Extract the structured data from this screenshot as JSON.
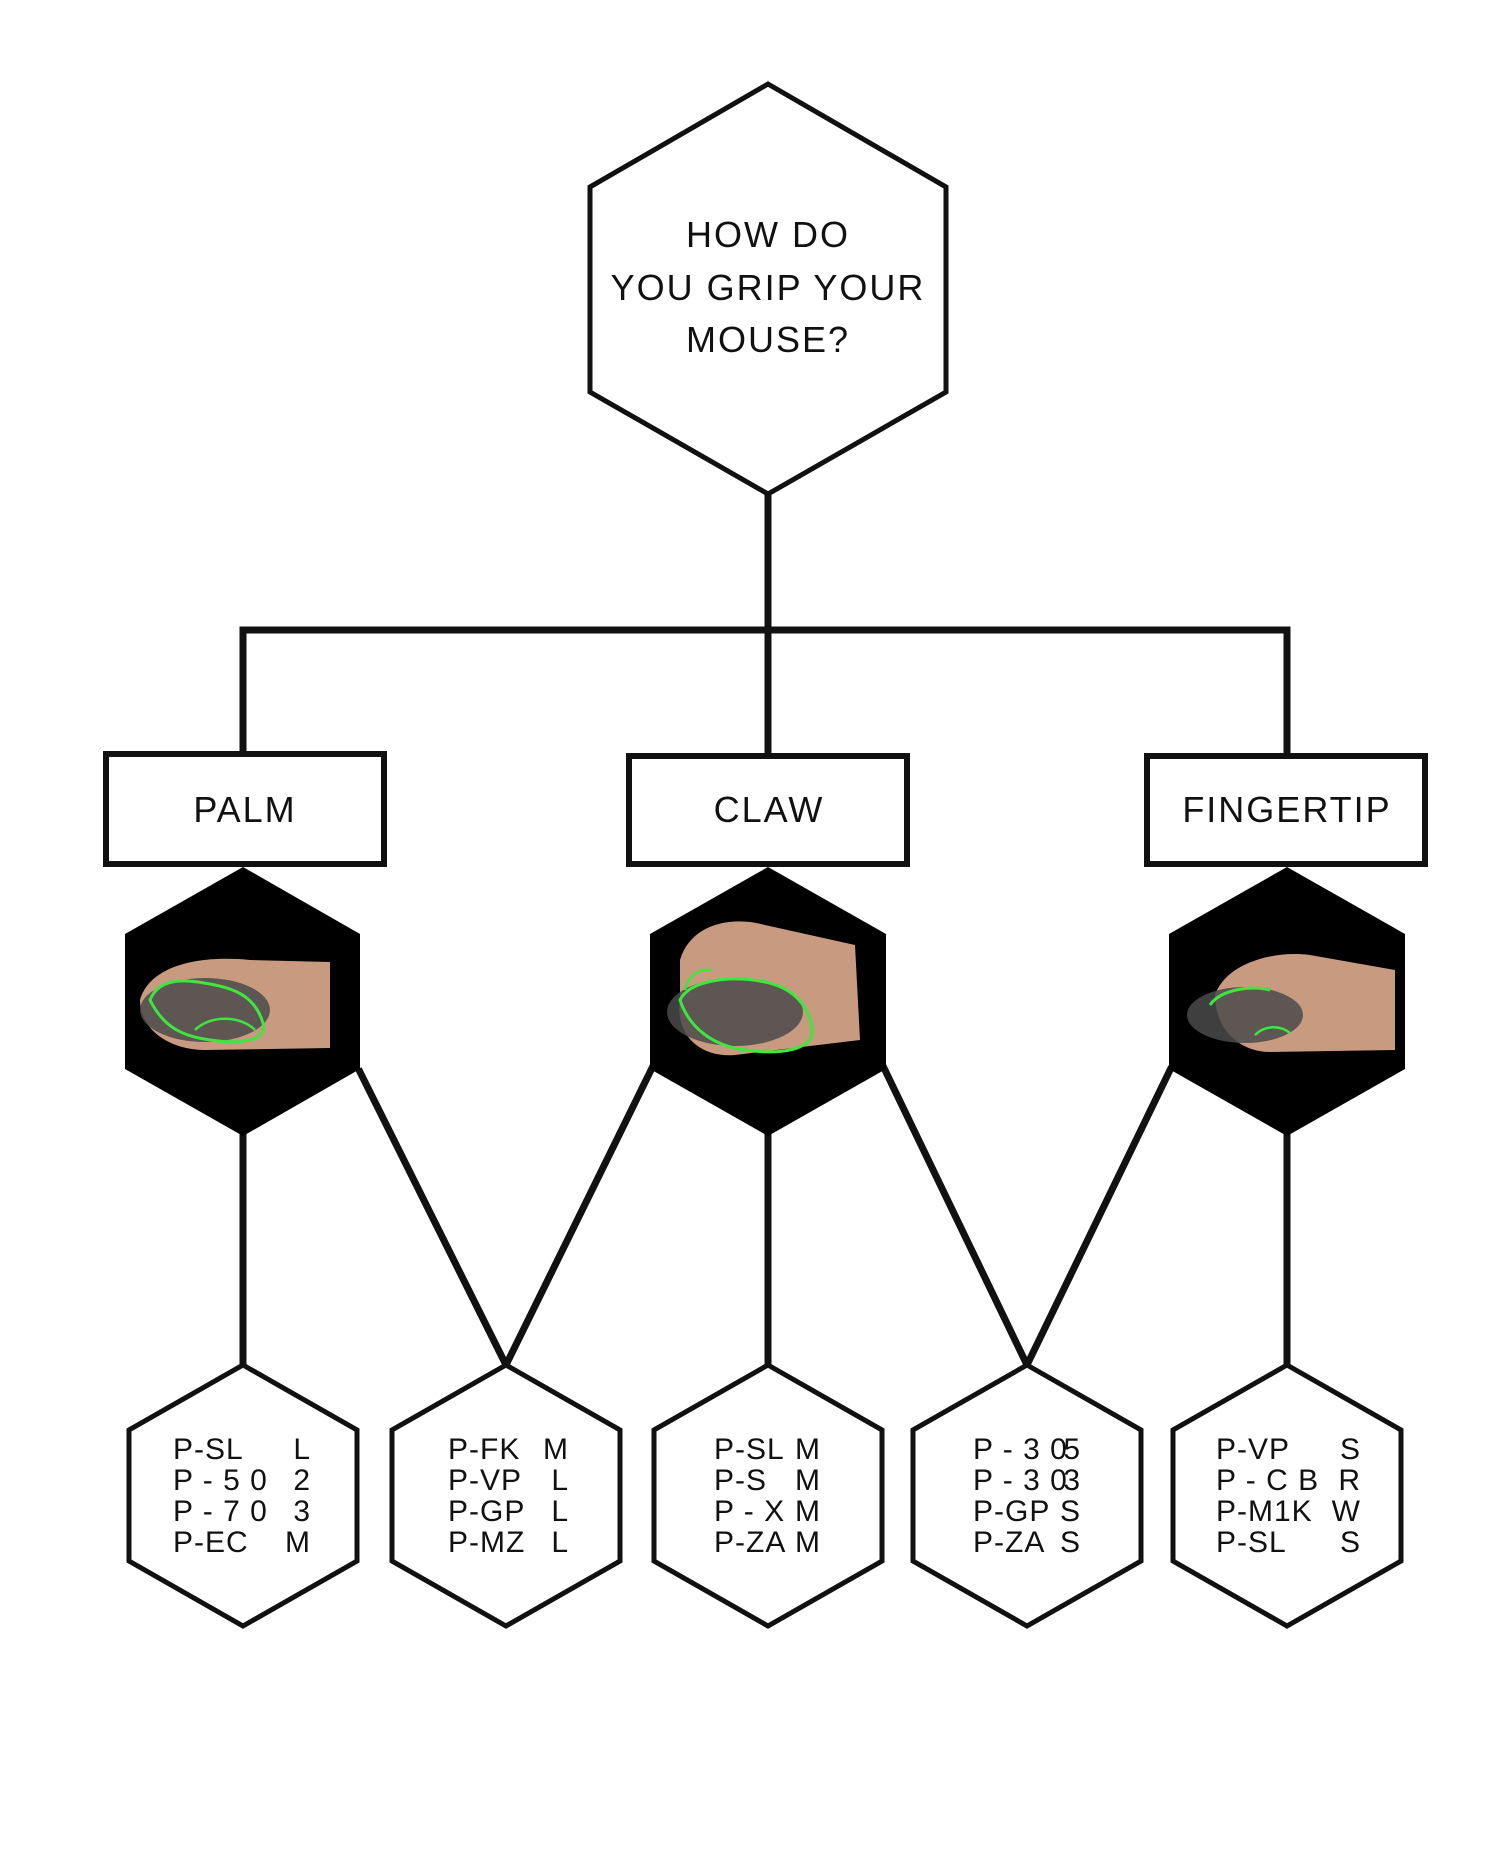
{
  "question": {
    "lines": [
      "HOW DO",
      "YOU GRIP YOUR",
      "MOUSE?"
    ]
  },
  "categories": [
    {
      "label": "PALM",
      "icon": "palm-grip-hand-icon"
    },
    {
      "label": "CLAW",
      "icon": "claw-grip-hand-icon"
    },
    {
      "label": "FINGERTIP",
      "icon": "fingertip-grip-hand-icon"
    }
  ],
  "results": [
    {
      "rows": [
        {
          "model": "P-SL",
          "size": "L"
        },
        {
          "model": "P - 5 0",
          "size": "2"
        },
        {
          "model": "P - 7 0",
          "size": "3"
        },
        {
          "model": "P-EC",
          "size": "M"
        }
      ]
    },
    {
      "rows": [
        {
          "model": "P-FK",
          "size": "M"
        },
        {
          "model": "P-VP",
          "size": "L"
        },
        {
          "model": "P-GP",
          "size": "L"
        },
        {
          "model": "P-MZ",
          "size": "L"
        }
      ]
    },
    {
      "rows": [
        {
          "model": "P-SL",
          "size": "M"
        },
        {
          "model": "P-S",
          "size": "M"
        },
        {
          "model": "P - X",
          "size": "M"
        },
        {
          "model": "P-ZA",
          "size": "M"
        }
      ]
    },
    {
      "rows": [
        {
          "model": "P - 3 0",
          "size": "5"
        },
        {
          "model": "P - 3 0",
          "size": "3"
        },
        {
          "model": "P-GP",
          "size": "S"
        },
        {
          "model": "P-ZA",
          "size": "S"
        }
      ]
    },
    {
      "rows": [
        {
          "model": "P-VP",
          "size": "S"
        },
        {
          "model": "P - C B",
          "size": "R"
        },
        {
          "model": "P-M1K",
          "size": "W"
        },
        {
          "model": "P-SL",
          "size": "S"
        }
      ]
    }
  ],
  "colors": {
    "line": "#111111",
    "hex_fill_dark": "#000000",
    "skin": "#c89a80",
    "mouse_body": "#4a4a4a",
    "grip_highlight": "#3ee63e"
  }
}
